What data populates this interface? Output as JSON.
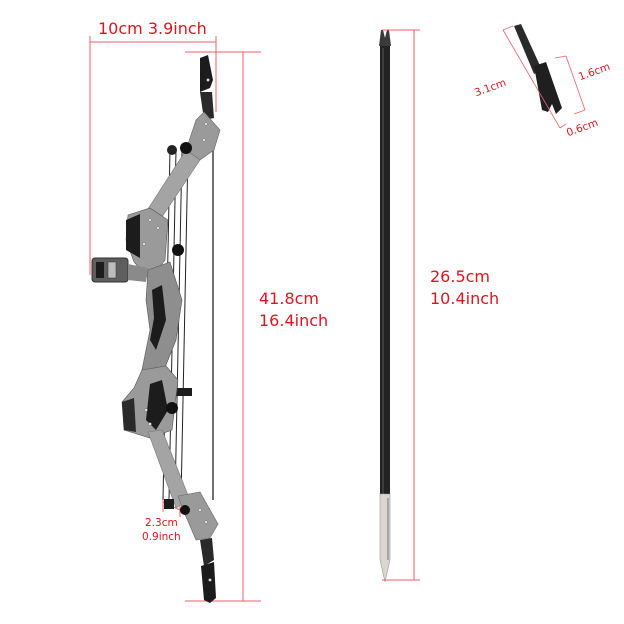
{
  "colors": {
    "dimension": "#e0141e",
    "dimension_line": "#e8606a",
    "bow_metal": "#9a9a9a",
    "bow_black": "#1c1c1c",
    "arrow_shaft": "#222222",
    "arrow_tip": "#d9d6d0",
    "background": "#ffffff"
  },
  "bow": {
    "width_label": "10cm 3.9inch",
    "height_label_cm": "41.8cm",
    "height_label_in": "16.4inch",
    "cam_label_cm": "2.3cm",
    "cam_label_in": "0.9inch"
  },
  "arrow": {
    "length_label_cm": "26.5cm",
    "length_label_in": "10.4inch"
  },
  "nock": {
    "length_label": "3.1cm",
    "body_label": "1.6cm",
    "width_label": "0.6cm"
  }
}
